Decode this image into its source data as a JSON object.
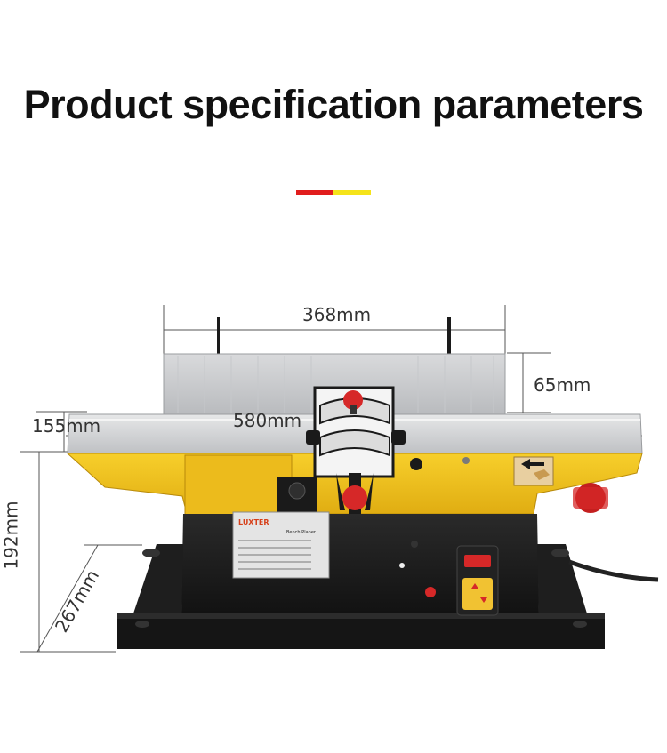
{
  "title": "Product specification parameters",
  "accent_colors": {
    "red": "#e11d1d",
    "yellow": "#f5e31a"
  },
  "dimensions": {
    "fence_width": "368mm",
    "fence_height": "65mm",
    "table_length": "580mm",
    "table_width": "155mm",
    "total_height": "192mm",
    "base_depth": "267mm"
  },
  "machine": {
    "brand": "LUXTER",
    "model_name": "Bench Planer",
    "body_color": "#f2c21b",
    "base_color": "#1c1c1c",
    "icons": [
      "direction-arrow-icon",
      "power-switch-icon",
      "adjustment-knob-icon"
    ]
  }
}
